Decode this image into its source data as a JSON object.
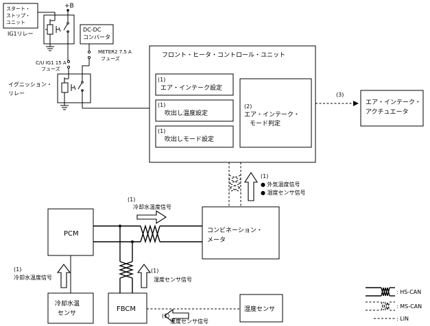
{
  "power": {
    "plus_b": "+B",
    "start_stop_unit": [
      "スタート・",
      "ストップ・",
      "ユニット"
    ],
    "ig1_relay": "IG1リレー",
    "dcdc_converter": [
      "DC-DC",
      "コンバータ"
    ],
    "meter_fuse": [
      "METER2 7.5 A",
      "フューズ"
    ],
    "cu_fuse": [
      "C/U IG1 15 A",
      "フューズ"
    ],
    "ignition_relay": [
      "イグニッション・",
      "リレー"
    ]
  },
  "control_unit": {
    "title": "フロント・ヒータ・コントロール・ユニット",
    "func1": {
      "num": "(1)",
      "label": "エア・インテーク設定"
    },
    "func2": {
      "num": "(1)",
      "label": "吹出し温度設定"
    },
    "func3": {
      "num": "(1)",
      "label": "吹出しモード設定"
    },
    "func4": {
      "num": "(2)",
      "label": [
        "エア・インテーク・",
        "モード判定"
      ]
    }
  },
  "actuator": {
    "signal_num": "(3)",
    "label": [
      "エア・インテーク・",
      "アクチュエータ"
    ]
  },
  "meter_signals": {
    "num": "(1)",
    "bullets": [
      "● 外気温度信号",
      "● 湿度センサ信号"
    ]
  },
  "pcm": {
    "label": "PCM"
  },
  "combination_meter": {
    "label": [
      "コンビネーション・",
      "メータ"
    ]
  },
  "coolant_signal_top": {
    "num": "(1)",
    "label": "冷却水温度信号"
  },
  "coolant_signal_left": {
    "num": "(1)",
    "label": "冷却水温度信号"
  },
  "coolant_sensor": {
    "label": [
      "冷却水温",
      "センサ"
    ]
  },
  "fbcm": {
    "label": "FBCM"
  },
  "humidity_signal_mid": {
    "num": "(1)",
    "label": "湿度センサ信号"
  },
  "humidity_sensor": {
    "label": "湿度センサ"
  },
  "humidity_signal_bottom": {
    "num": "(1)",
    "label": "湿度センサ信号"
  },
  "legend": {
    "hs_can": ": HS-CAN",
    "ms_can": ": MS-CAN",
    "lin": ": LIN"
  }
}
